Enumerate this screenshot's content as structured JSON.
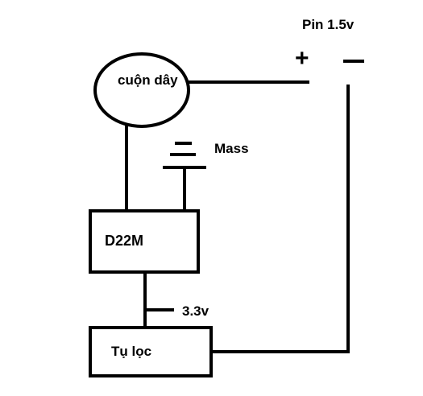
{
  "diagram": {
    "battery": {
      "label": "Pin 1.5v",
      "plus_sign": "+",
      "minus_sign": "-"
    },
    "coil": {
      "label": "cuộn dây"
    },
    "ground": {
      "label": "Mass"
    },
    "ic": {
      "label": "D22M"
    },
    "output_voltage": {
      "label": "3.3v"
    },
    "filter": {
      "label": "Tụ lọc"
    },
    "colors": {
      "stroke": "#000000",
      "background": "#ffffff"
    }
  }
}
